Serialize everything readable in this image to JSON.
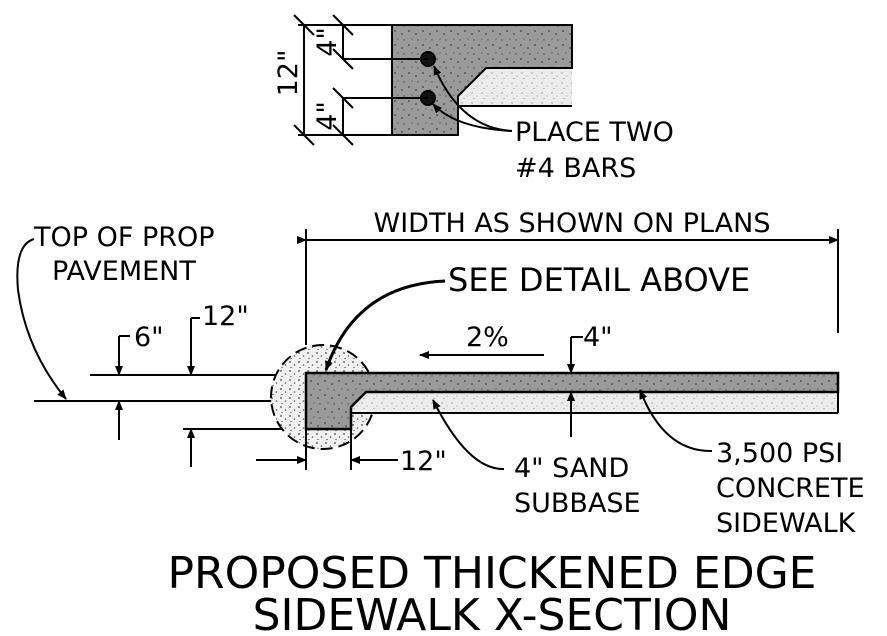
{
  "detail": {
    "dim_total": "12\"",
    "dim_top": "4\"",
    "dim_bottom": "4\"",
    "rebar_note_line1": "PLACE TWO",
    "rebar_note_line2": "#4 BARS"
  },
  "section": {
    "width_note": "WIDTH AS SHOWN ON PLANS",
    "top_pavement_line1": "TOP OF PROP",
    "top_pavement_line2": "PAVEMENT",
    "see_detail": "SEE DETAIL ABOVE",
    "dim_6": "6\"",
    "dim_12_top": "12\"",
    "slope": "2%",
    "dim_4": "4\"",
    "dim_12_bottom": "12\"",
    "sand_line1": "4\" SAND",
    "sand_line2": "SUBBASE",
    "concrete_line1": "3,500 PSI",
    "concrete_line2": "CONCRETE",
    "concrete_line3": "SIDEWALK"
  },
  "title": {
    "line1": "PROPOSED THICKENED EDGE",
    "line2": "SIDEWALK X-SECTION"
  },
  "colors": {
    "concrete_fill": "#9a9a9a",
    "sand_fill": "#e9e9e9",
    "ink": "#000000"
  }
}
